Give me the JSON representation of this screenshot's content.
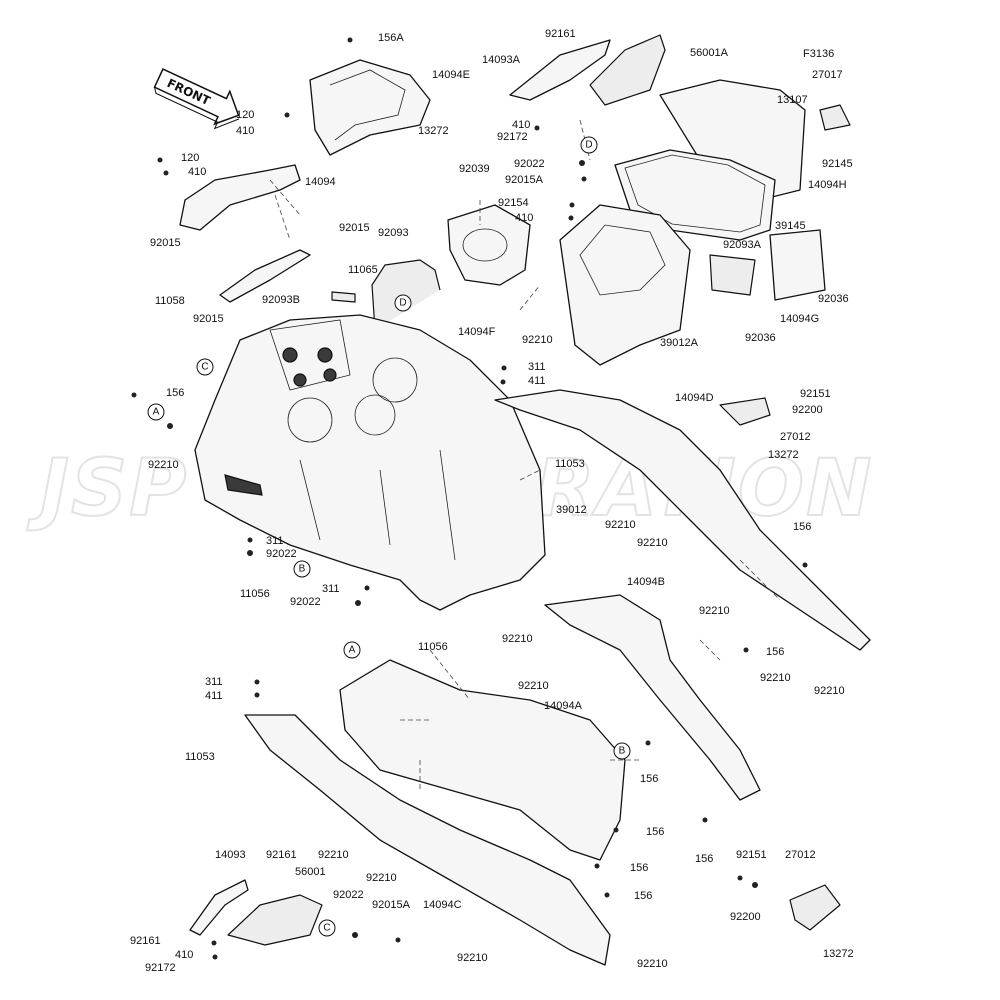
{
  "figure_code": "F3136",
  "watermark": "JSP CORPORATION",
  "front_arrow": "FRONT",
  "ref_letters": [
    "A",
    "B",
    "C",
    "D"
  ],
  "callouts": [
    "156A",
    "14094E",
    "13272",
    "92161",
    "14093A",
    "56001A",
    "410",
    "92172",
    "92022",
    "92015A",
    "27017",
    "13107",
    "92145",
    "14094H",
    "120",
    "410",
    "14094",
    "120",
    "410",
    "92015",
    "92015",
    "11065",
    "11058",
    "92093B",
    "92015",
    "92039",
    "92093",
    "92154",
    "410",
    "14094F",
    "92210",
    "39145",
    "92093A",
    "14094G",
    "92036",
    "92036",
    "39012A",
    "311",
    "411",
    "14094D",
    "92151",
    "92200",
    "27012",
    "13272",
    "156",
    "92210",
    "11053",
    "39012",
    "92210",
    "92210",
    "311",
    "92022",
    "11056",
    "311",
    "92022",
    "11056",
    "92210",
    "156",
    "92210",
    "14094B",
    "156",
    "92210",
    "92210",
    "311",
    "411",
    "11053",
    "92210",
    "14094A",
    "156",
    "156",
    "156",
    "156",
    "92210",
    "92210",
    "92151",
    "27012",
    "14093",
    "92161",
    "56001",
    "92022",
    "92015A",
    "14094C",
    "92161",
    "410",
    "92172",
    "92200",
    "13272",
    "92210",
    "92210",
    "156"
  ]
}
